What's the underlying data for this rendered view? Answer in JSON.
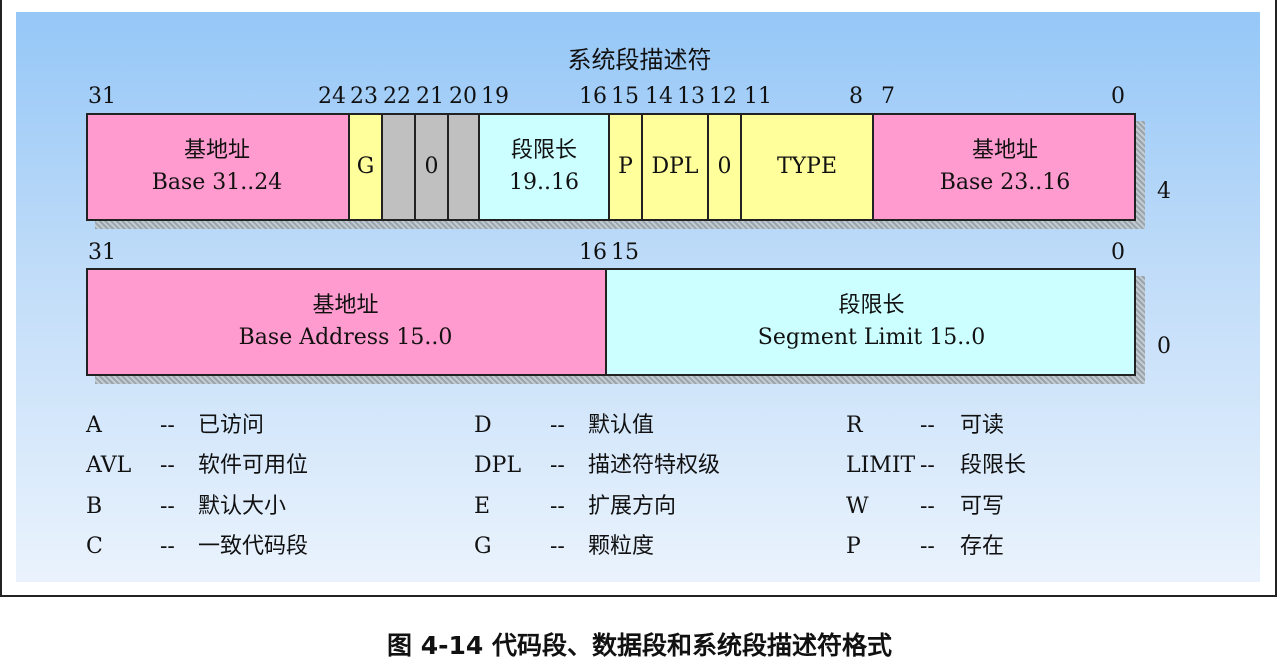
{
  "title": "系统段描述符",
  "row1": {
    "bit_numbers": [
      "31",
      "24",
      "23",
      "22",
      "21",
      "20",
      "19",
      "16",
      "15",
      "14",
      "13",
      "12",
      "11",
      "8",
      "7",
      "0"
    ],
    "cells": {
      "base_high_cn": "基地址",
      "base_high_en": "Base 31..24",
      "g": "G",
      "zero_a": "0",
      "limit_high_cn": "段限长",
      "limit_high_en": "19..16",
      "p": "P",
      "dpl": "DPL",
      "zero_b": "0",
      "type": "TYPE",
      "base_mid_cn": "基地址",
      "base_mid_en": "Base 23..16"
    },
    "offset": "4"
  },
  "row2": {
    "bit_numbers": [
      "31",
      "16",
      "15",
      "0"
    ],
    "cells": {
      "base_low_cn": "基地址",
      "base_low_en": "Base Address 15..0",
      "limit_low_cn": "段限长",
      "limit_low_en": "Segment Limit 15..0"
    },
    "offset": "0"
  },
  "legend": [
    [
      {
        "key": "A",
        "sep": "--",
        "desc": "已访问"
      },
      {
        "key": "D",
        "sep": "--",
        "desc": "默认值"
      },
      {
        "key": "R",
        "sep": "--",
        "desc": "可读"
      }
    ],
    [
      {
        "key": "AVL",
        "sep": "--",
        "desc": "软件可用位"
      },
      {
        "key": "DPL",
        "sep": "--",
        "desc": "描述符特权级"
      },
      {
        "key": "LIMIT",
        "sep": "--",
        "desc": "段限长"
      }
    ],
    [
      {
        "key": "B",
        "sep": "--",
        "desc": "默认大小"
      },
      {
        "key": "E",
        "sep": "--",
        "desc": "扩展方向"
      },
      {
        "key": "W",
        "sep": "--",
        "desc": "可写"
      }
    ],
    [
      {
        "key": "C",
        "sep": "--",
        "desc": "一致代码段"
      },
      {
        "key": "G",
        "sep": "--",
        "desc": "颗粒度"
      },
      {
        "key": "P",
        "sep": "--",
        "desc": "存在"
      }
    ]
  ],
  "caption": "图 4-14 代码段、数据段和系统段描述符格式",
  "colors": {
    "base": "#ff9bce",
    "flag": "#ffff9b",
    "reserved": "#c0c0c0",
    "limit": "#ccffff"
  }
}
